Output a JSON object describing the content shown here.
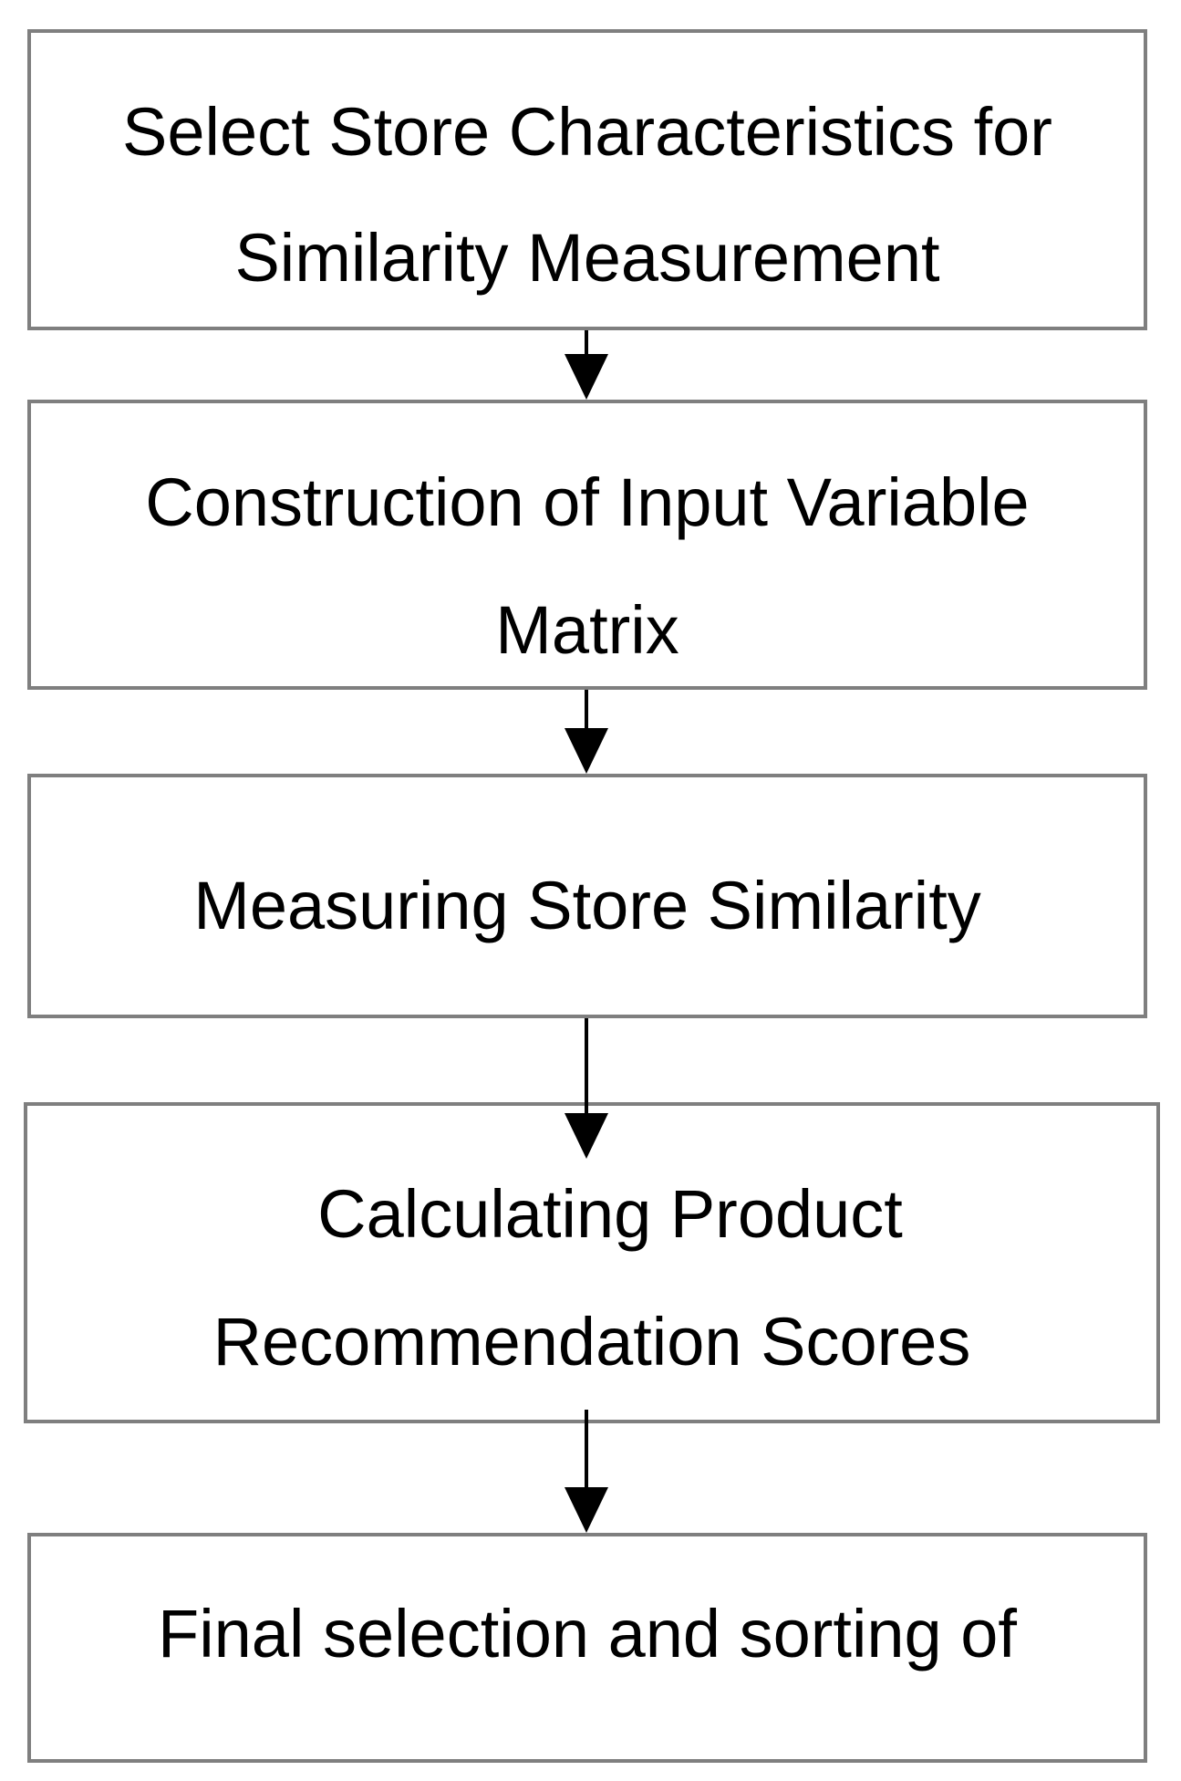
{
  "steps": [
    {
      "lines": [
        "Select Store Characteristics for",
        "Similarity Measurement"
      ]
    },
    {
      "lines": [
        "Construction of Input Variable",
        "Matrix"
      ]
    },
    {
      "lines": [
        "Measuring Store Similarity"
      ]
    },
    {
      "lines": [
        "Calculating Product",
        "Recommendation Scores"
      ]
    },
    {
      "lines": [
        "Final selection and sorting of"
      ]
    }
  ],
  "colors": {
    "box_border": "#7f7f7f",
    "arrow": "#000000",
    "text": "#000000",
    "background": "#ffffff"
  }
}
